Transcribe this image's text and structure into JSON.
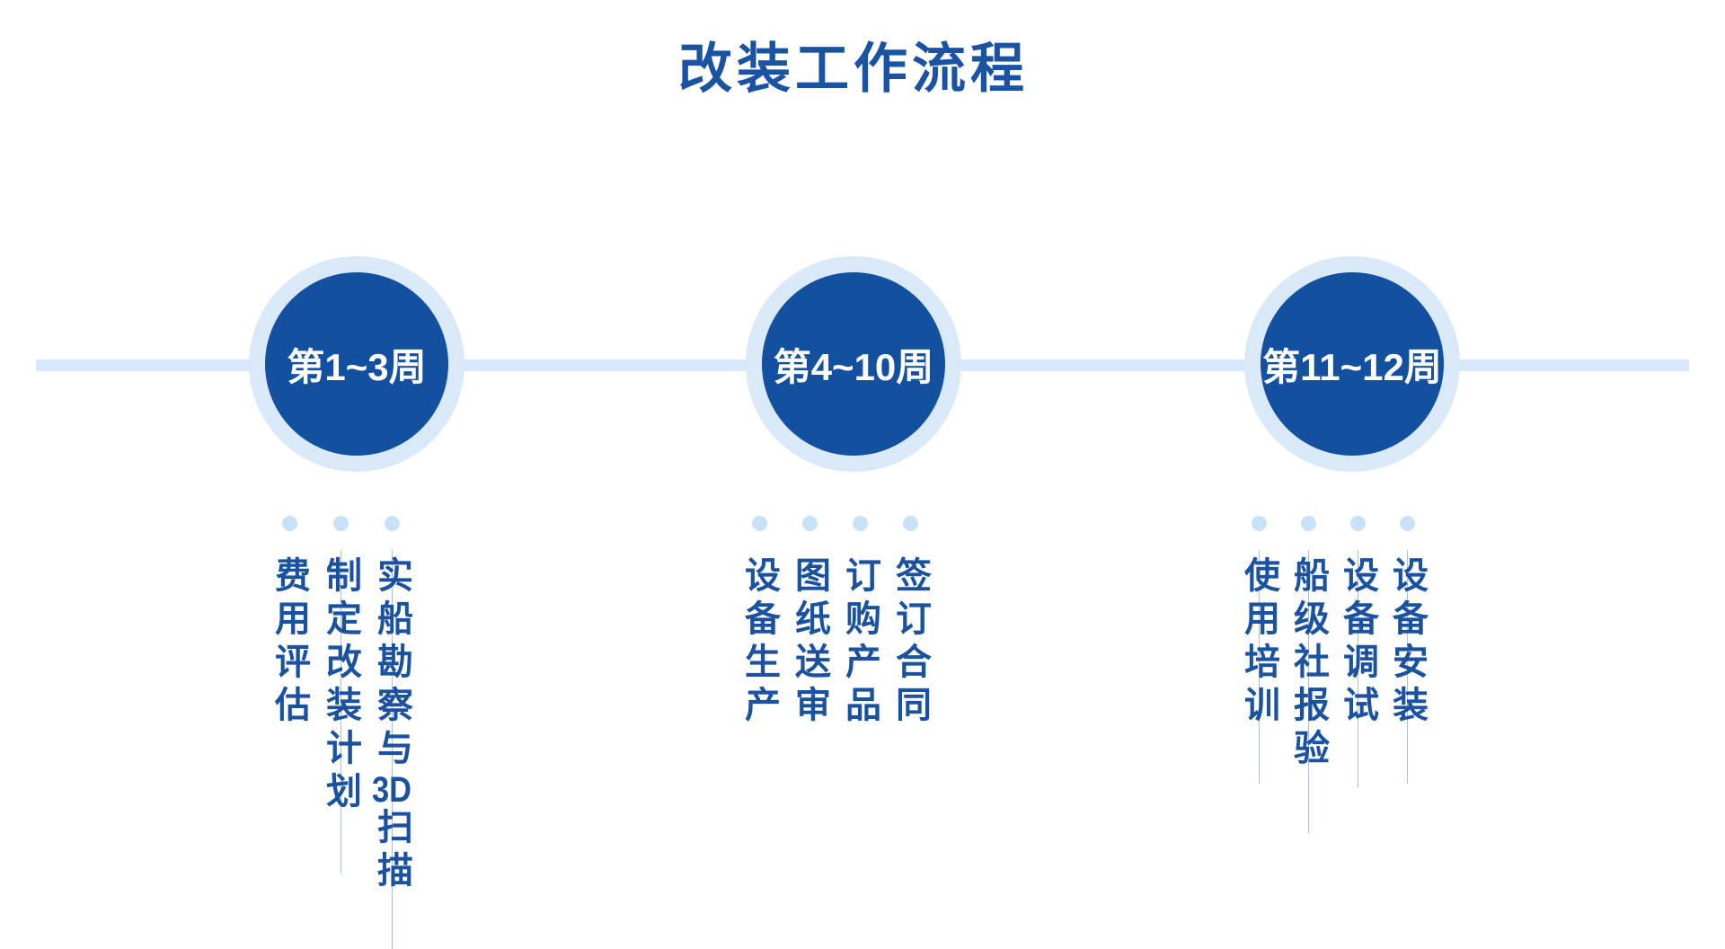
{
  "title": "改装工作流程",
  "colors": {
    "brand_blue": "#1A52A0",
    "circle_fill": "#1450A0",
    "light_blue": "#D6E8F9",
    "dot_blue": "#C9E1F6"
  },
  "timeline": {
    "groups": [
      {
        "label": "第1~3周",
        "tasks": [
          {
            "text": "费用评估"
          },
          {
            "text": "制定改装计划"
          },
          {
            "pre": "实船勘察与",
            "latin": "3D",
            "post": "扫描"
          }
        ]
      },
      {
        "label": "第4~10周",
        "tasks": [
          {
            "text": "设备生产"
          },
          {
            "text": "图纸送审"
          },
          {
            "text": "订购产品"
          },
          {
            "text": "签订合同"
          }
        ]
      },
      {
        "label": "第11~12周",
        "tasks": [
          {
            "text": "使用培训"
          },
          {
            "text": "船级社报验"
          },
          {
            "text": "设备调试"
          },
          {
            "text": "设备安装"
          }
        ]
      }
    ]
  }
}
